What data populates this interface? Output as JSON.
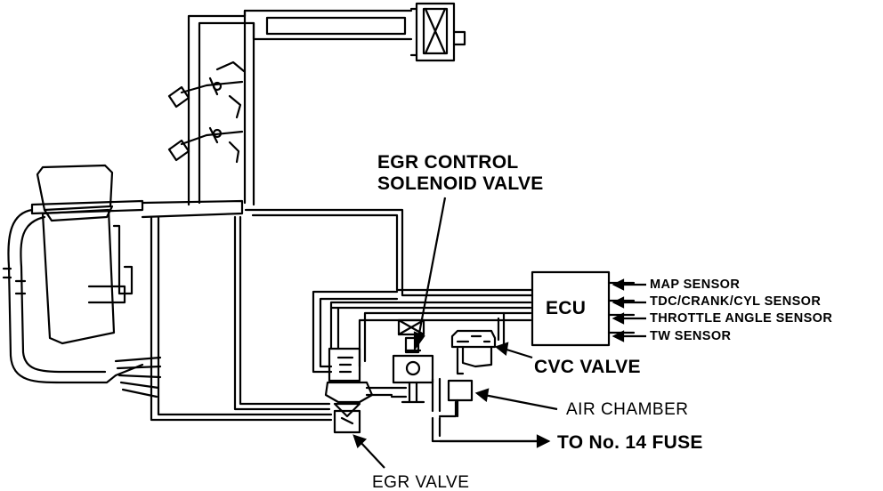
{
  "labels": {
    "egr_control_line1": "EGR CONTROL",
    "egr_control_line2": "SOLENOID VALVE",
    "ecu": "ECU",
    "map_sensor": "MAP SENSOR",
    "tdc_sensor": "TDC/CRANK/CYL SENSOR",
    "throttle_sensor": "THROTTLE ANGLE SENSOR",
    "tw_sensor": "TW SENSOR",
    "cvc_valve": "CVC VALVE",
    "air_chamber": "AIR CHAMBER",
    "fuse": "TO No. 14 FUSE",
    "egr_valve": "EGR VALVE"
  },
  "colors": {
    "ink": "#000000",
    "background": "#ffffff"
  },
  "icons": [
    "air-cleaner-icon",
    "injector-icon",
    "throttle-body-icon",
    "solenoid-valve-icon",
    "cvc-valve-icon",
    "air-chamber-icon",
    "egr-valve-icon",
    "ecu-box-icon",
    "arrow-icon"
  ]
}
